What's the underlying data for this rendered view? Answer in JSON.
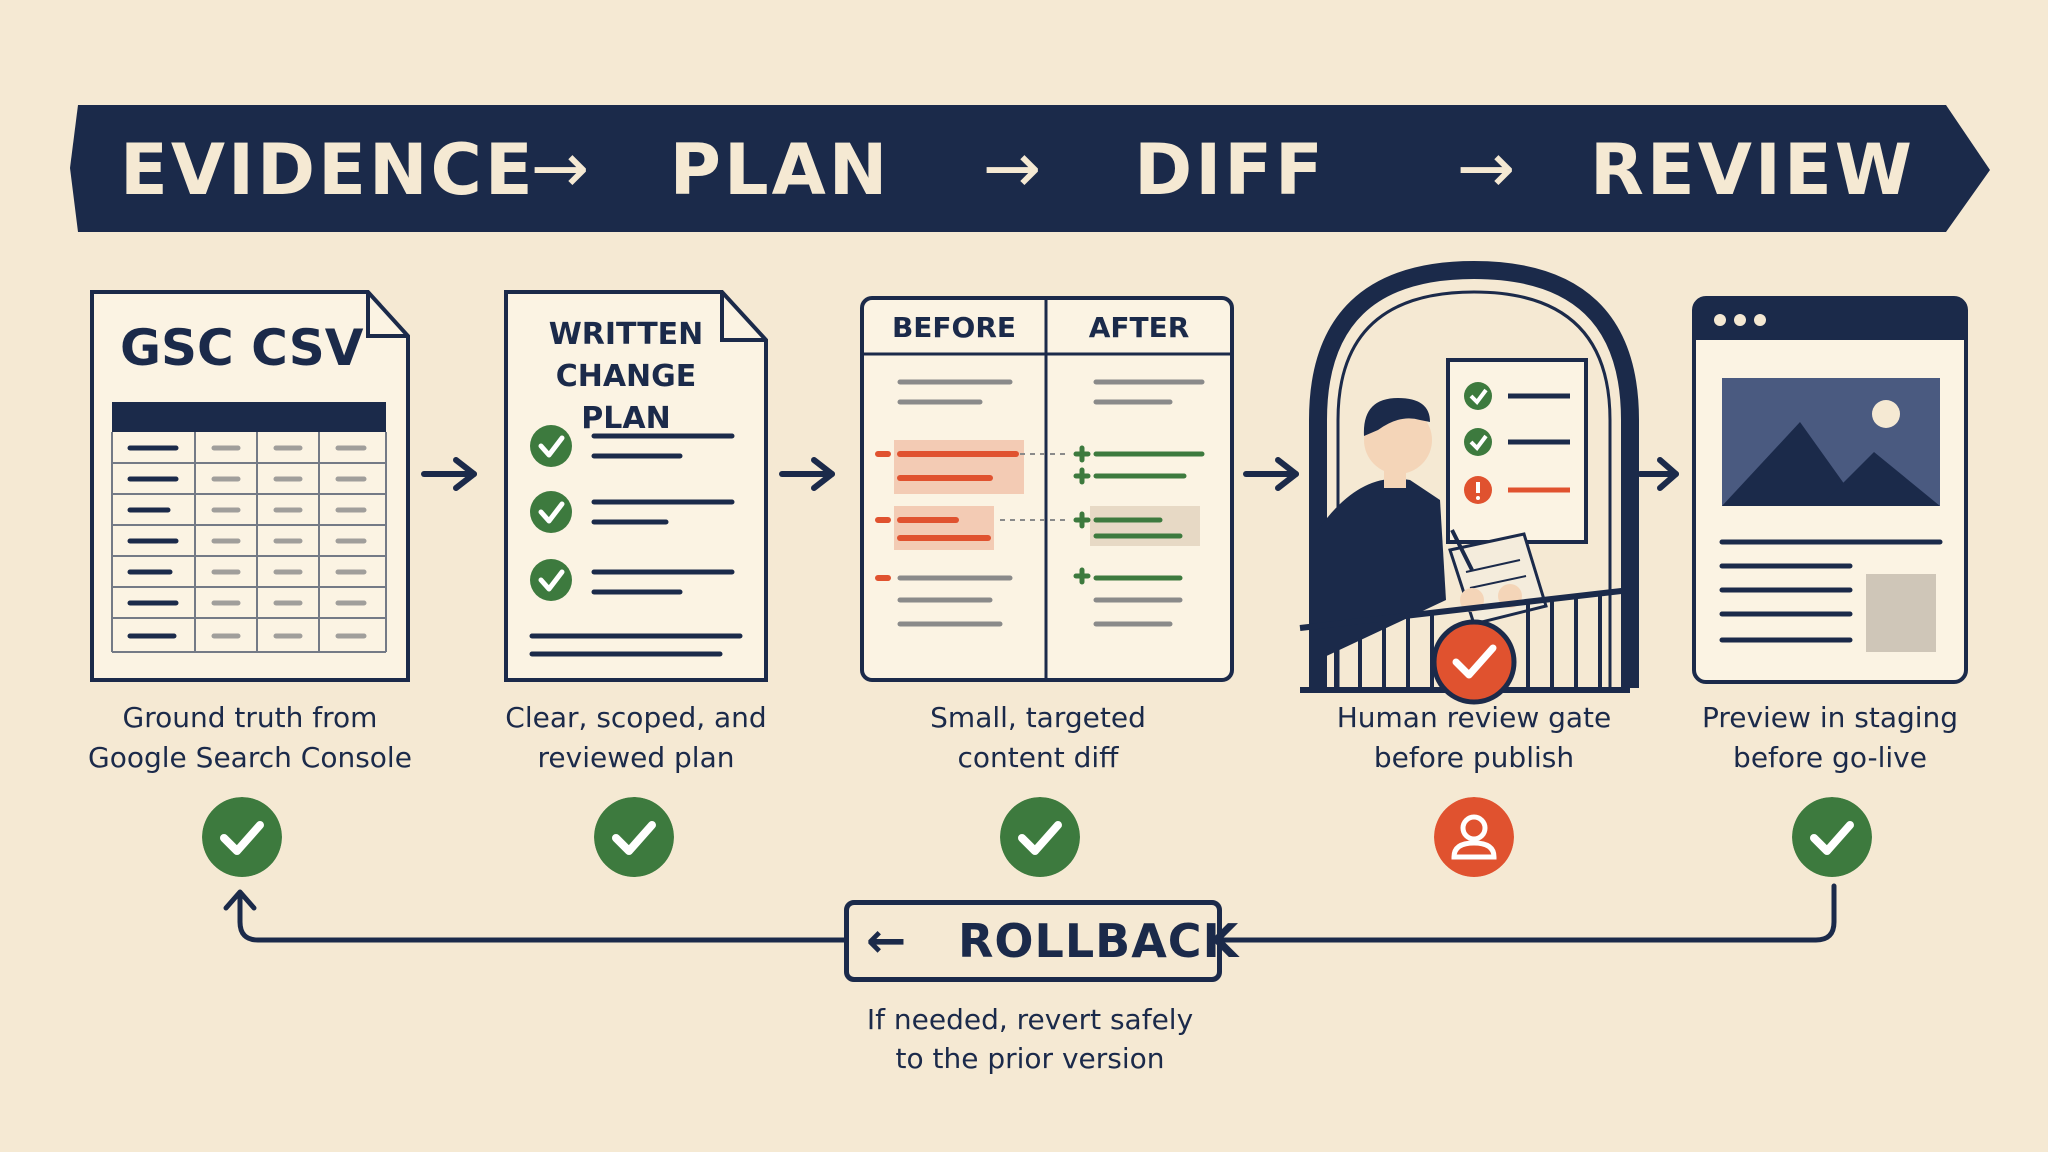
{
  "banner": {
    "steps": [
      "EVIDENCE",
      "PLAN",
      "DIFF",
      "REVIEW"
    ],
    "arrow_glyph": "→"
  },
  "cards": {
    "gsc": {
      "title": "GSC CSV"
    },
    "plan": {
      "title_line1": "WRITTEN",
      "title_line2": "CHANGE PLAN"
    },
    "diff": {
      "before": "BEFORE",
      "after": "AFTER"
    }
  },
  "captions": [
    {
      "line1": "Ground truth from",
      "line2": "Google Search Console"
    },
    {
      "line1": "Clear, scoped, and",
      "line2": "reviewed plan"
    },
    {
      "line1": "Small, targeted",
      "line2": "content diff"
    },
    {
      "line1": "Human review gate",
      "line2": "before publish"
    },
    {
      "line1": "Preview in staging",
      "line2": "before go-live"
    }
  ],
  "status_icons": [
    "check-circle-icon",
    "check-circle-icon",
    "check-circle-icon",
    "person-circle-icon",
    "check-circle-icon"
  ],
  "rollback": {
    "arrow_glyph": "←",
    "label": "ROLLBACK",
    "note_line1": "If needed, revert safely",
    "note_line2": "to the prior version"
  },
  "colors": {
    "navy": "#1b2a4a",
    "cream": "#f5e9d3",
    "green": "#3d7a3e",
    "red": "#e0522f"
  }
}
